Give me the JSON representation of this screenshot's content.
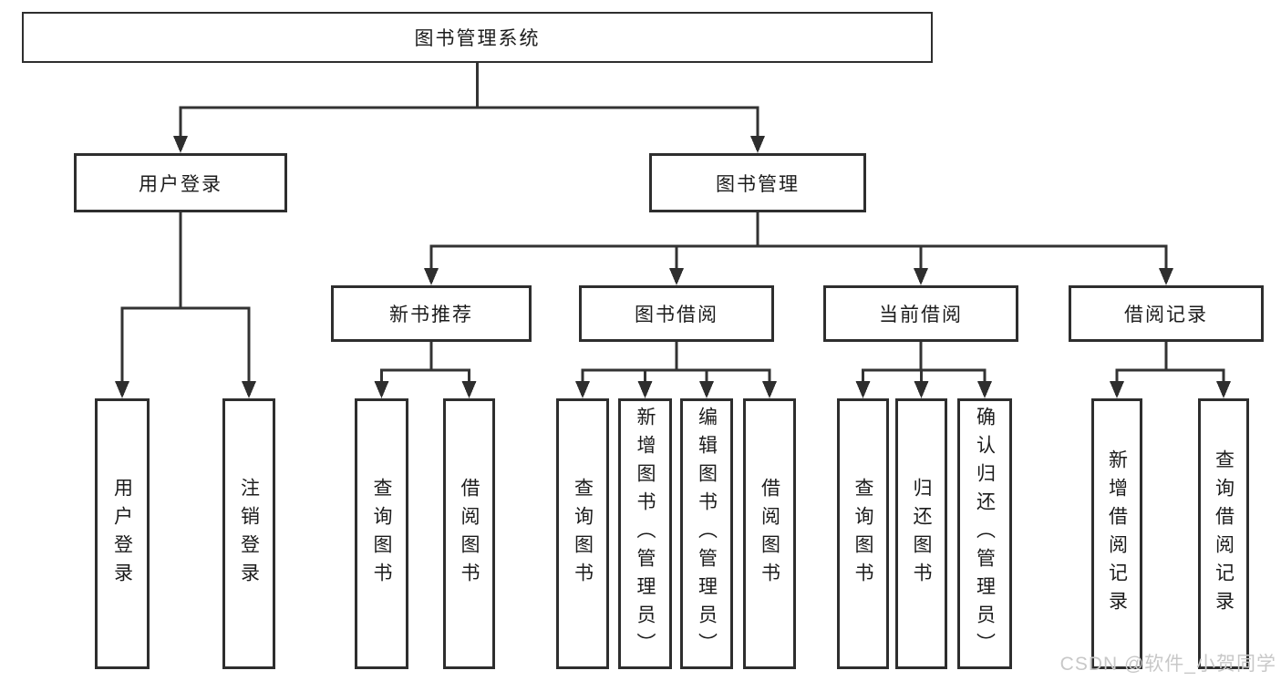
{
  "tree": {
    "root": "图书管理系统",
    "level2": [
      "用户登录",
      "图书管理"
    ],
    "level3": [
      "新书推荐",
      "图书借阅",
      "当前借阅",
      "借阅记录"
    ],
    "groups": [
      {
        "parent": "用户登录",
        "leaves": [
          "用户登录",
          "注销登录"
        ]
      },
      {
        "parent": "新书推荐",
        "leaves": [
          "查询图书",
          "借阅图书"
        ]
      },
      {
        "parent": "图书借阅",
        "leaves": [
          "查询图书",
          "新增图书（管理员）",
          "编辑图书（管理员）",
          "借阅图书"
        ]
      },
      {
        "parent": "当前借阅",
        "leaves": [
          "查询图书",
          "归还图书",
          "确认归还（管理员）"
        ]
      },
      {
        "parent": "借阅记录",
        "leaves": [
          "新增借阅记录",
          "查询借阅记录"
        ]
      }
    ]
  },
  "watermark": "CSDN @软件_小贺同学",
  "colors": {
    "line": "#333333",
    "arrow": "#2e2e2e",
    "border": "#2e2e2e",
    "text": "#1c1c1c",
    "watermark_text": "#c8c8c8",
    "background": "#ffffff"
  }
}
